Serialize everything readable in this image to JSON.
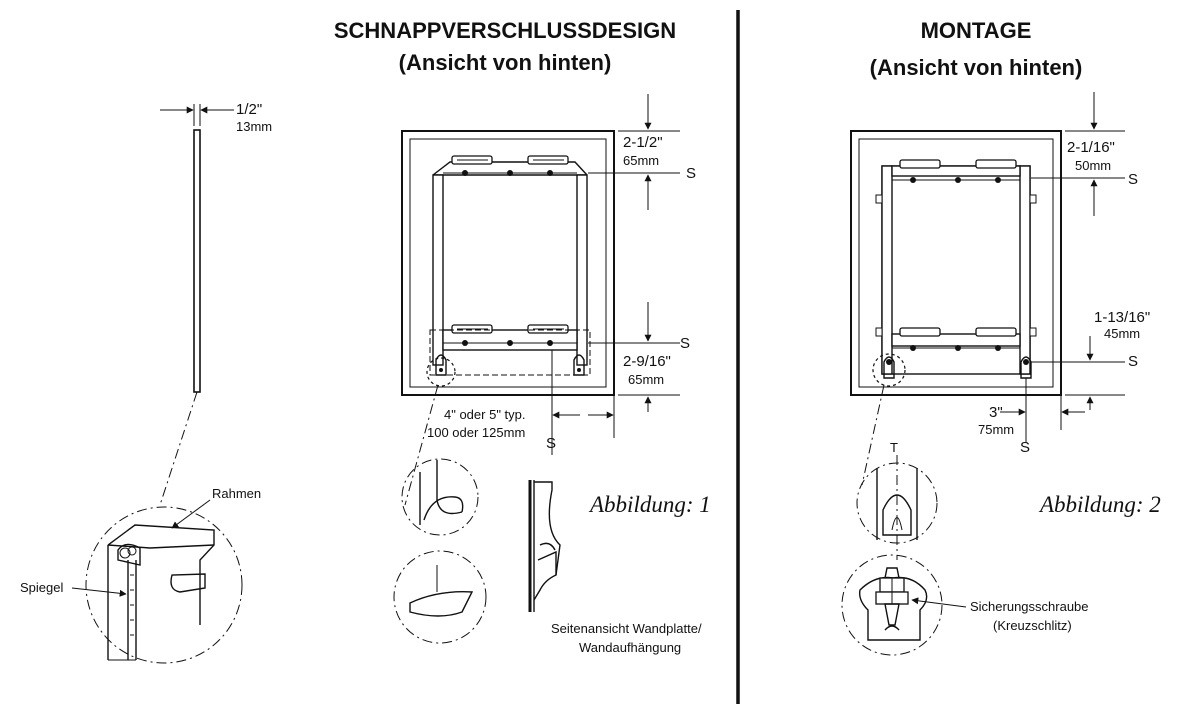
{
  "left_panel": {
    "title_line1": "SCHNAPPVERSCHLUSSDESIGN",
    "title_line2": "(Ansicht von hinten)",
    "dim_top": "2-1/2\"",
    "dim_top_mm": "65mm",
    "dim_bottom": "2-9/16\"",
    "dim_bottom_mm": "65mm",
    "dim_width": "4\" oder 5\" typ.",
    "dim_width_mm": "100 oder 125mm",
    "s_marker": "S",
    "figure_label": "Abbildung: 1",
    "side_view_line1": "Seitenansicht Wandplatte/",
    "side_view_line2": "Wandaufhängung"
  },
  "right_panel": {
    "title_line1": "MONTAGE",
    "title_line2": "(Ansicht von hinten)",
    "dim_top": "2-1/16\"",
    "dim_top_mm": "50mm",
    "dim_bottom": "1-13/16\"",
    "dim_bottom_mm": "45mm",
    "dim_width": "3\"",
    "dim_width_mm": "75mm",
    "s_marker": "S",
    "t_marker": "T",
    "figure_label": "Abbildung: 2",
    "screw_line1": "Sicherungsschraube",
    "screw_line2": "(Kreuzschlitz)"
  },
  "profile": {
    "thickness": "1/2\"",
    "thickness_mm": "13mm",
    "frame_label": "Rahmen",
    "mirror_label": "Spiegel"
  }
}
